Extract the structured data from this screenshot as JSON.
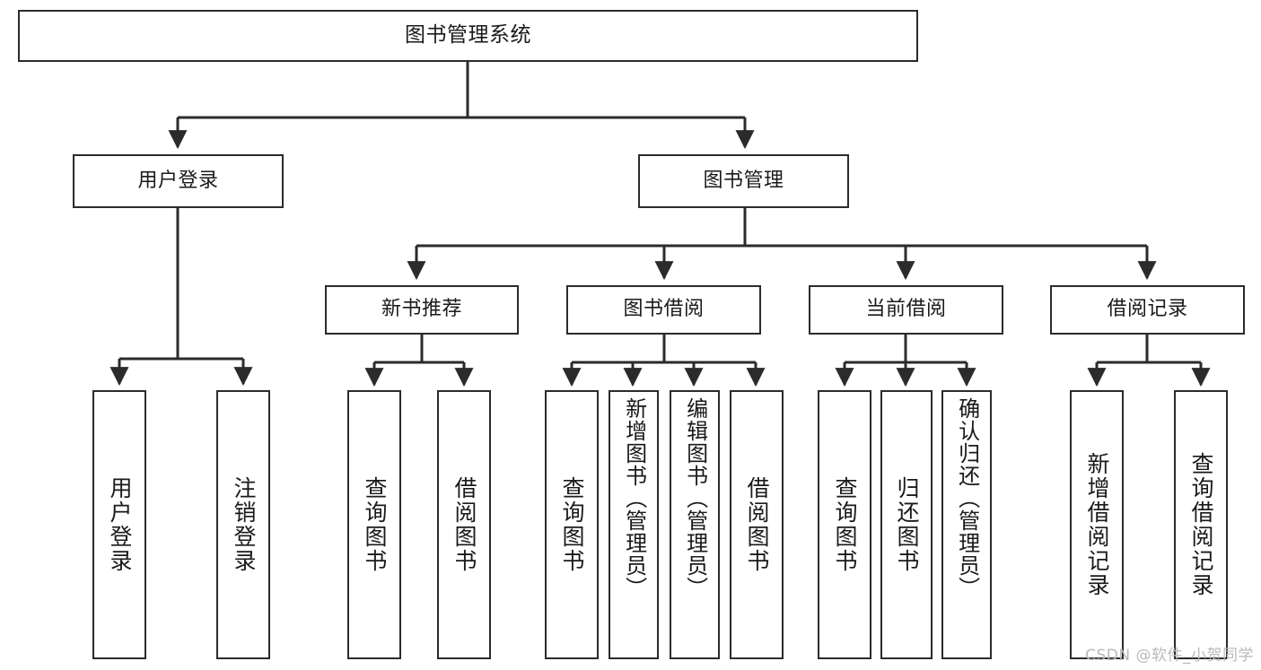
{
  "diagram": {
    "title": "图书管理系统",
    "type": "tree-hierarchy",
    "orientation": "top-down",
    "colors": {
      "box_border": "#2b2b2b",
      "box_fill": "#ffffff",
      "connector": "#2b2b2b",
      "text": "#1a1a1a",
      "watermark": "#b9b9b9",
      "background": "#ffffff"
    }
  },
  "root": {
    "label": "图书管理系统"
  },
  "level2": [
    {
      "label": "用户登录"
    },
    {
      "label": "图书管理"
    }
  ],
  "level3": [
    {
      "label": "新书推荐"
    },
    {
      "label": "图书借阅"
    },
    {
      "label": "当前借阅"
    },
    {
      "label": "借阅记录"
    }
  ],
  "leaves": {
    "user_login": [
      {
        "label": "用户登录"
      },
      {
        "label": "注销登录"
      }
    ],
    "new_book_recommend": [
      {
        "label": "查询图书"
      },
      {
        "label": "借阅图书"
      }
    ],
    "book_borrow": [
      {
        "label": "查询图书"
      },
      {
        "label": "新增图书（管理员）"
      },
      {
        "label": "编辑图书（管理员）"
      },
      {
        "label": "借阅图书"
      }
    ],
    "current_borrow": [
      {
        "label": "查询图书"
      },
      {
        "label": "归还图书"
      },
      {
        "label": "确认归还（管理员）"
      }
    ],
    "borrow_record": [
      {
        "label": "新增借阅记录"
      },
      {
        "label": "查询借阅记录"
      }
    ]
  },
  "watermark": {
    "text": "CSDN @软件_小贺同学"
  }
}
